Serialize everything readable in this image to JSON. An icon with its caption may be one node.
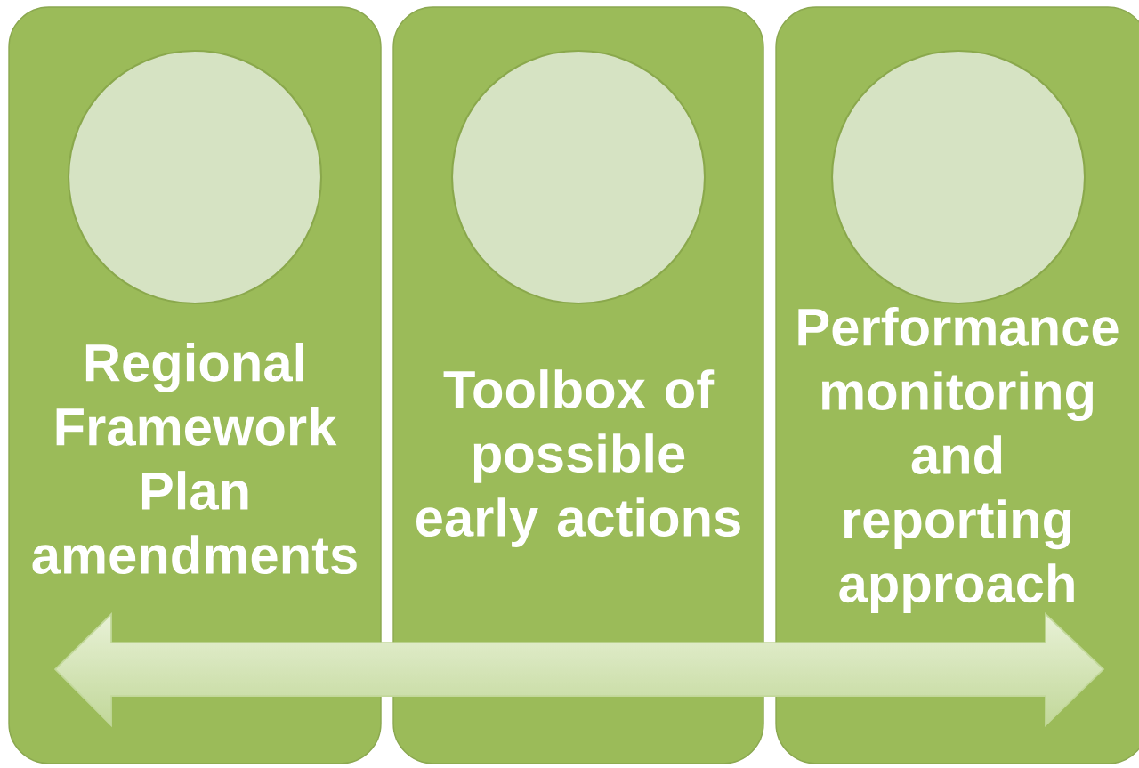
{
  "diagram": {
    "nodes": [
      {
        "text": [
          "Regional Framework Plan amendments"
        ]
      },
      {
        "text": [],
        "shape": "circle",
        "in": 0
      },
      {
        "text": [
          "Toolbox of possible early actions"
        ]
      },
      {
        "text": [],
        "shape": "circle",
        "in": 2
      },
      {
        "text": [
          "Performance monitoring and reporting approach"
        ]
      },
      {
        "text": [],
        "shape": "circle",
        "in": 4
      }
    ]
  }
}
